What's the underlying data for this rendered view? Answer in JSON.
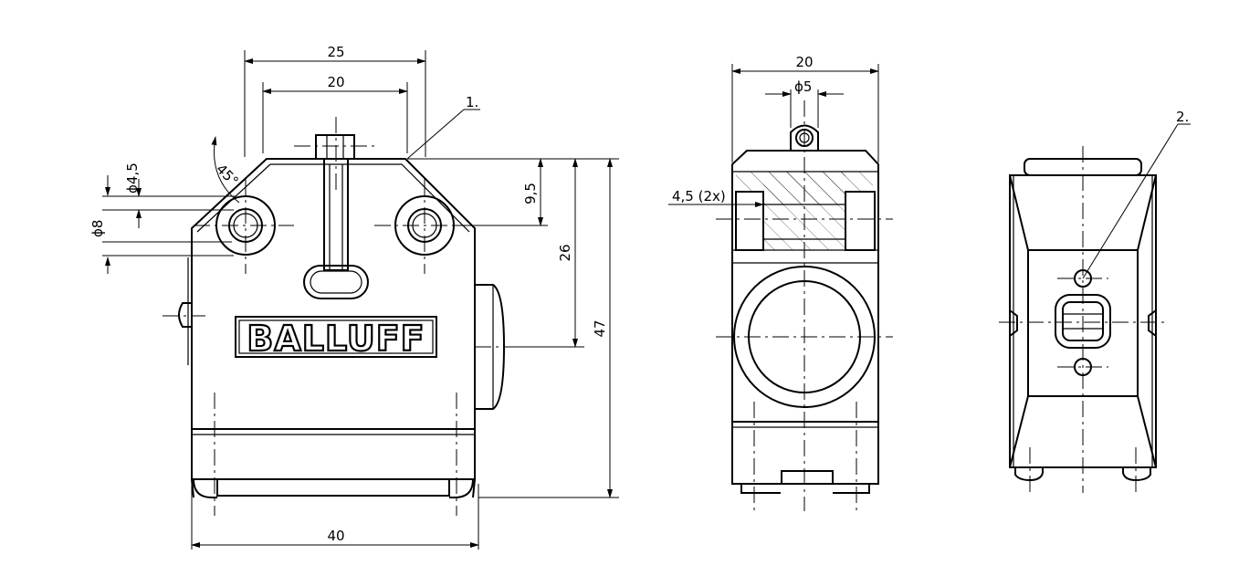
{
  "logo": "BALLUFF",
  "dimensions": {
    "front_width_top": "25",
    "front_hole_spacing": "20",
    "front_hole_dia": "4,5",
    "front_counterbore_dia": "8",
    "front_angle": "45°",
    "front_hole_height": "9,5",
    "front_axis_height": "26",
    "front_total_height": "47",
    "front_total_width": "40",
    "side_width": "20",
    "side_plunger_dia": "5",
    "side_hole_note": "4,5 (2x)"
  },
  "callouts": {
    "c1": "1.",
    "c2": "2."
  },
  "phi": "ϕ"
}
